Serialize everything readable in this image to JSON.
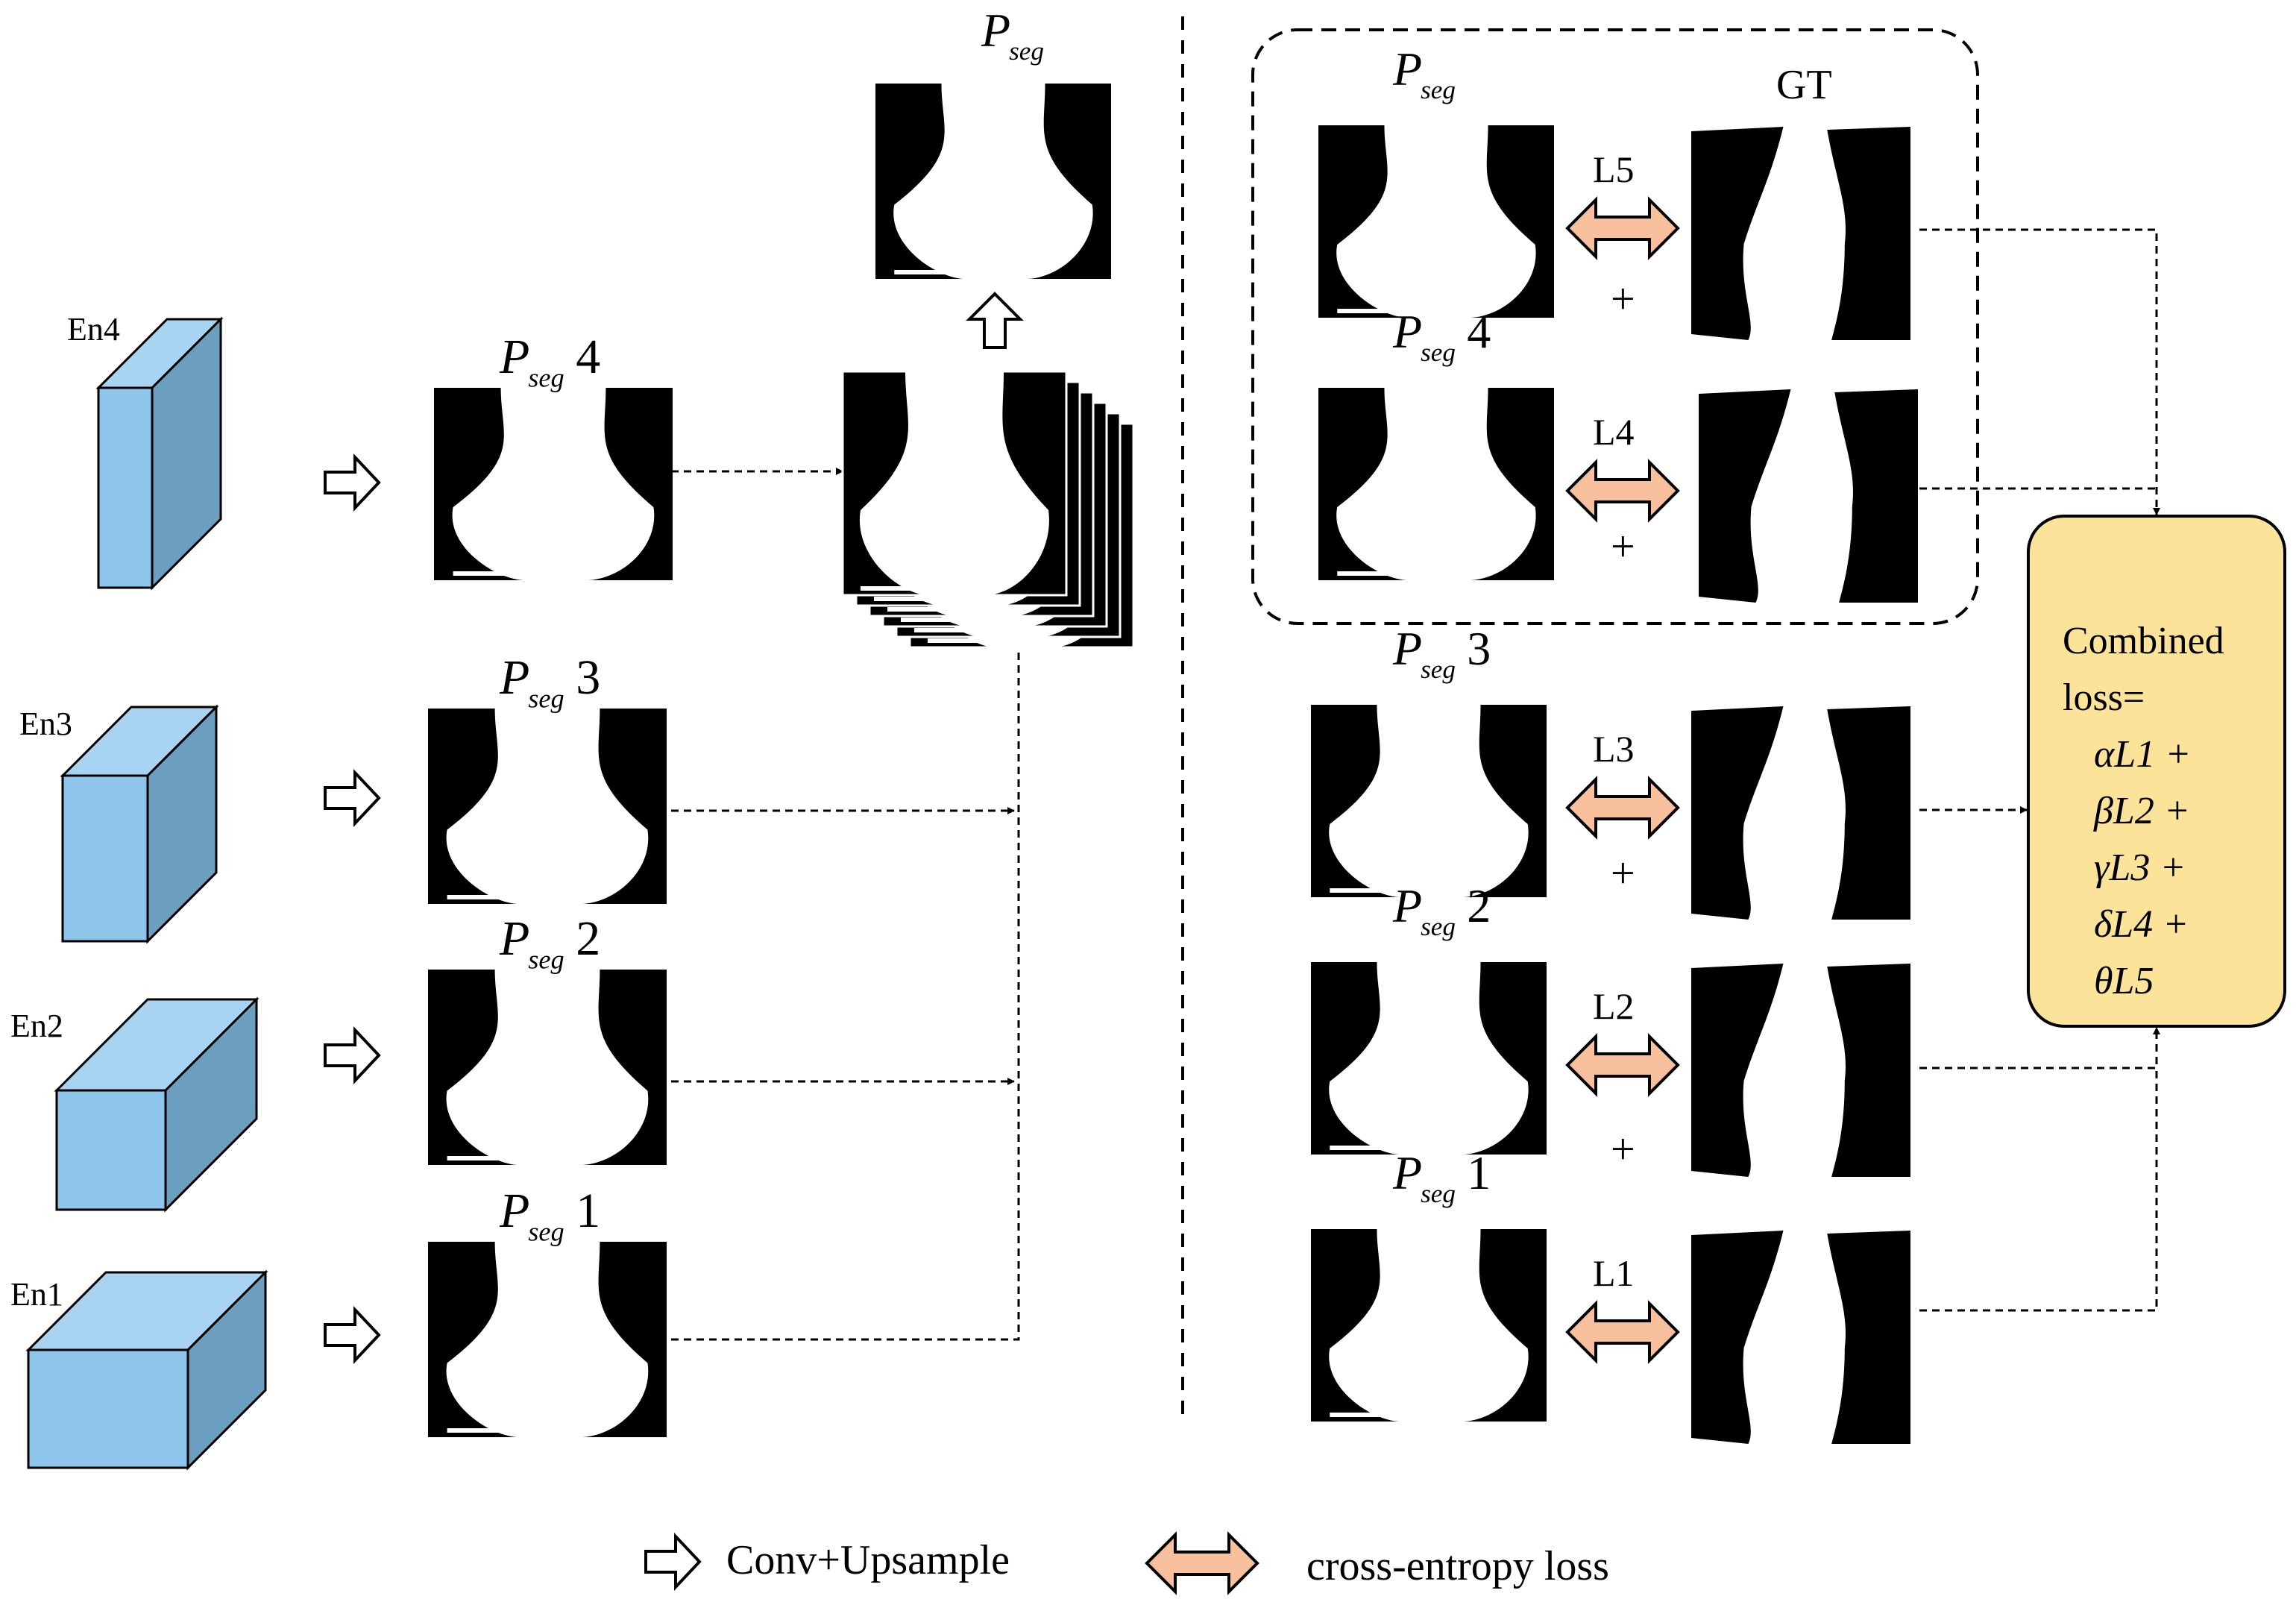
{
  "encoders": [
    {
      "id": "en4",
      "label": "En4"
    },
    {
      "id": "en3",
      "label": "En3"
    },
    {
      "id": "en2",
      "label": "En2"
    },
    {
      "id": "en1",
      "label": "En1"
    }
  ],
  "pseg_base": "P",
  "pseg_sub": "seg",
  "left_preds": [
    {
      "id": "p4",
      "index": "4"
    },
    {
      "id": "p3",
      "index": "3"
    },
    {
      "id": "p2",
      "index": "2"
    },
    {
      "id": "p1",
      "index": "1"
    }
  ],
  "right_rows": [
    {
      "id": "r5",
      "index": "",
      "loss": "L5"
    },
    {
      "id": "r4",
      "index": "4",
      "loss": "L4"
    },
    {
      "id": "r3",
      "index": "3",
      "loss": "L3"
    },
    {
      "id": "r2",
      "index": "2",
      "loss": "L2"
    },
    {
      "id": "r1",
      "index": "1",
      "loss": "L1"
    }
  ],
  "gt_label": "GT",
  "plus": "+",
  "combined": {
    "title_line1": "Combined",
    "title_line2": "loss=",
    "terms": [
      "αL1 +",
      "βL2 +",
      "γL3 +",
      "δL4 +",
      "θL5"
    ]
  },
  "legend": {
    "conv": "Conv+Upsample",
    "ce": "cross-entropy loss"
  },
  "colors": {
    "cube_front": "#8ec5ea",
    "cube_top": "#a9d4f1",
    "cube_side": "#6c9fbf",
    "loss_arrow": "#f8c09c",
    "combined_fill": "#fce39a"
  }
}
